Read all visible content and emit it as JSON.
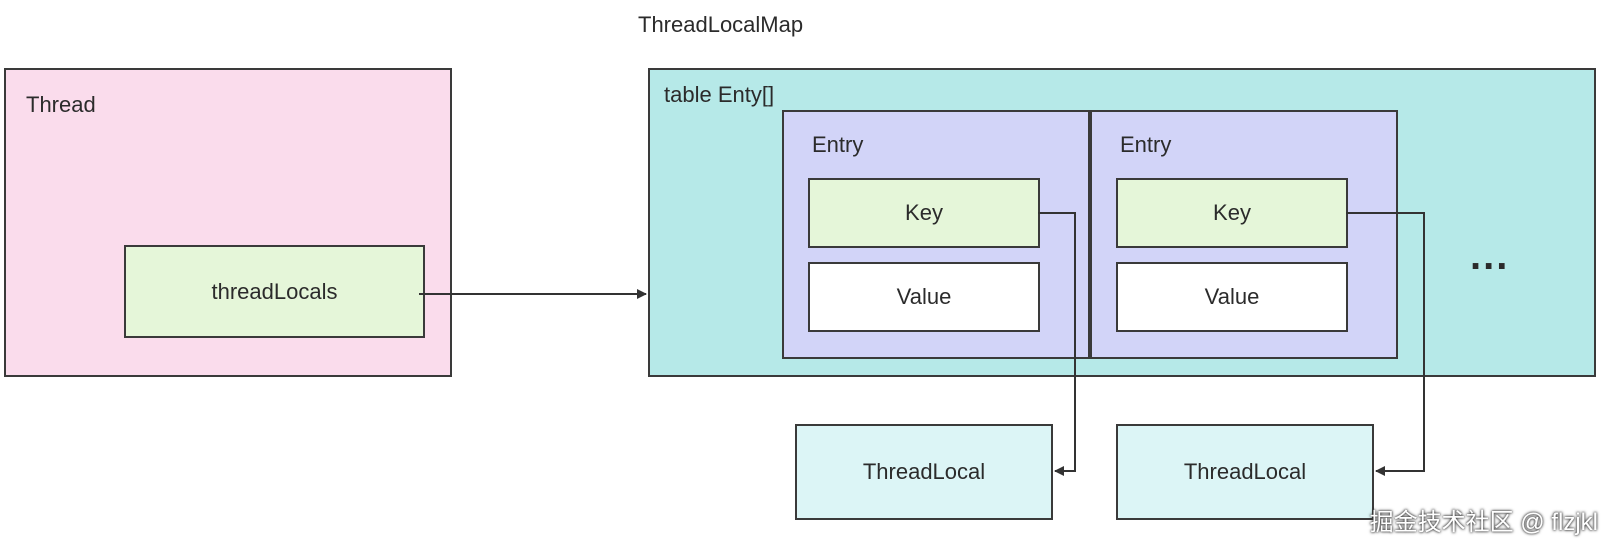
{
  "diagram": {
    "title": "ThreadLocalMap",
    "thread": {
      "label": "Thread",
      "field": "threadLocals"
    },
    "table": {
      "label": "table Enty[]",
      "entries": [
        {
          "label": "Entry",
          "key": "Key",
          "value": "Value"
        },
        {
          "label": "Entry",
          "key": "Key",
          "value": "Value"
        }
      ],
      "more": "..."
    },
    "thread_locals": [
      "ThreadLocal",
      "ThreadLocal"
    ],
    "colors": {
      "thread": "#fadcec",
      "table": "#b6e9e8",
      "entry": "#d2d4f8",
      "key": "#e5f6d9",
      "threadlocal": "#dcf5f6"
    }
  },
  "watermark": "掘金技术社区 @ flzjkl"
}
